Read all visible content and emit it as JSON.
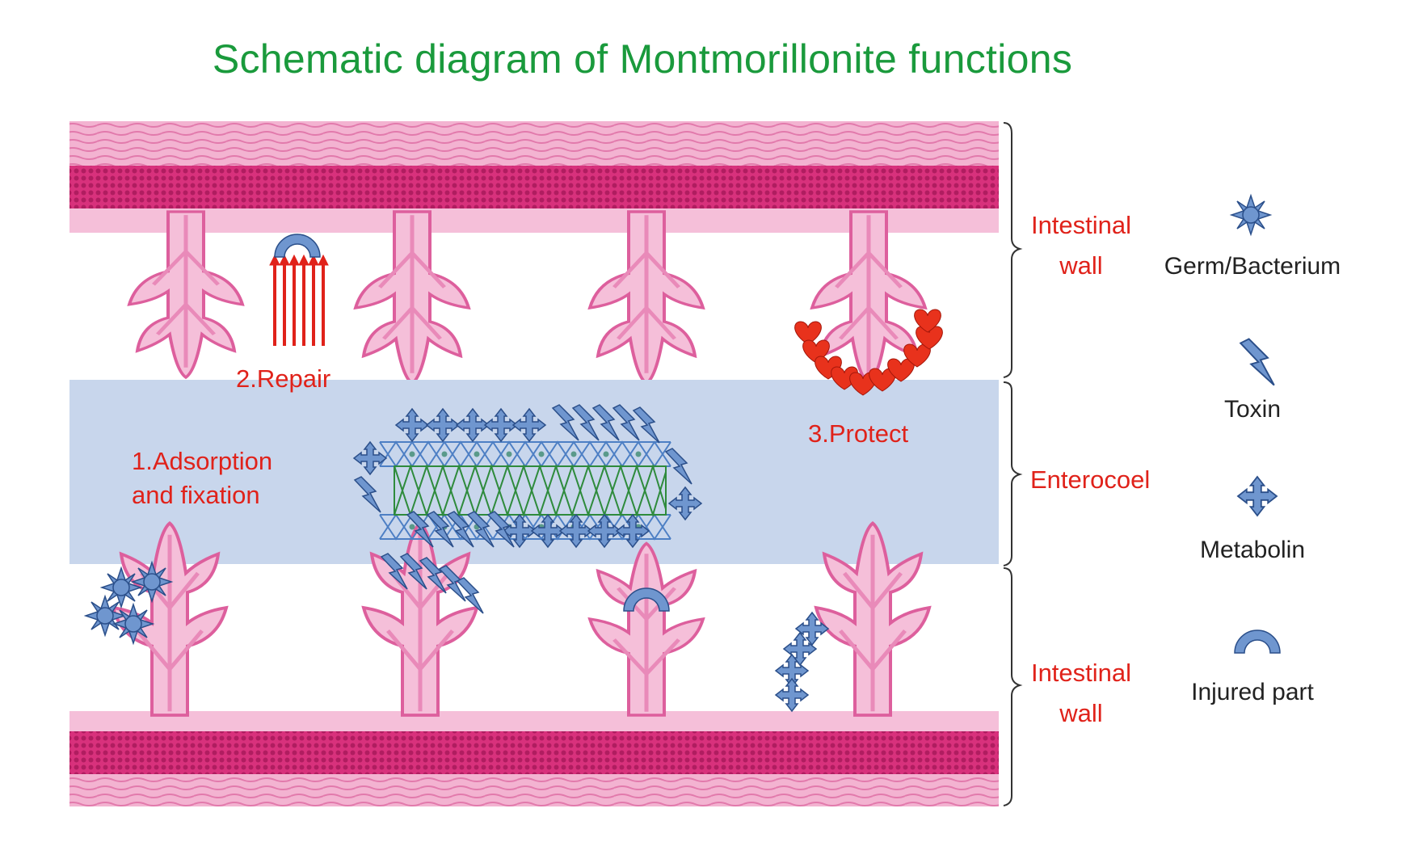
{
  "title": "Schematic diagram of Montmorillonite functions",
  "labels": {
    "adsorption_line1": "1.Adsorption",
    "adsorption_line2": "and fixation",
    "repair": "2.Repair",
    "protect": "3.Protect",
    "intestinal_wall_top_line1": "Intestinal",
    "intestinal_wall_top_line2": "wall",
    "enterocoel": "Enterocoel",
    "intestinal_wall_bottom_line1": "Intestinal",
    "intestinal_wall_bottom_line2": "wall"
  },
  "legend": [
    {
      "icon": "germ-bacterium-icon",
      "label": "Germ/Bacterium"
    },
    {
      "icon": "toxin-icon",
      "label": "Toxin"
    },
    {
      "icon": "metabolin-icon",
      "label": "Metabolin"
    },
    {
      "icon": "injured-part-icon",
      "label": "Injured part"
    }
  ],
  "colors": {
    "title": "#1a9a3c",
    "labels": "#e0221a",
    "tissue_light": "#f2a9cc",
    "tissue_dark": "#d63a83",
    "lumen": "#c8d6ec",
    "icon_blue": "#6f96cf",
    "lattice_green": "#2e8b3c",
    "heart_red": "#e8321c"
  }
}
